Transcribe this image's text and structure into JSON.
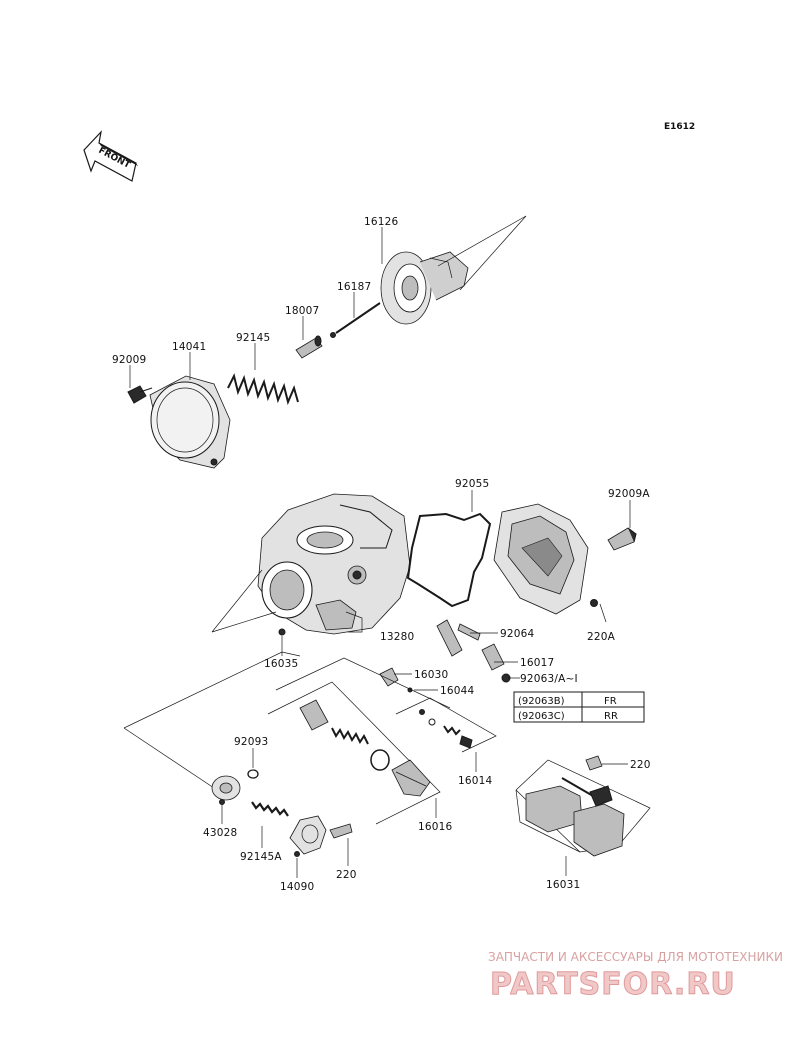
{
  "diagram_code": "E1612",
  "front_label": "FRONT",
  "parts": [
    {
      "id": "p16126",
      "label": "16126"
    },
    {
      "id": "p16187",
      "label": "16187"
    },
    {
      "id": "p18007",
      "label": "18007"
    },
    {
      "id": "p92145",
      "label": "92145"
    },
    {
      "id": "p14041",
      "label": "14041"
    },
    {
      "id": "p92009",
      "label": "92009"
    },
    {
      "id": "p92055",
      "label": "92055"
    },
    {
      "id": "p92009A",
      "label": "92009A"
    },
    {
      "id": "p92064",
      "label": "92064"
    },
    {
      "id": "p13280",
      "label": "13280"
    },
    {
      "id": "p220A",
      "label": "220A"
    },
    {
      "id": "p16017",
      "label": "16017"
    },
    {
      "id": "p92063",
      "label": "92063/A~I"
    },
    {
      "id": "p16035",
      "label": "16035"
    },
    {
      "id": "p16030",
      "label": "16030"
    },
    {
      "id": "p16044",
      "label": "16044"
    },
    {
      "id": "p92093",
      "label": "92093"
    },
    {
      "id": "p16014",
      "label": "16014"
    },
    {
      "id": "p220a",
      "label": "220"
    },
    {
      "id": "p43028",
      "label": "43028"
    },
    {
      "id": "p16016",
      "label": "16016"
    },
    {
      "id": "p92145A",
      "label": "92145A"
    },
    {
      "id": "p220b",
      "label": "220"
    },
    {
      "id": "p14090",
      "label": "14090"
    },
    {
      "id": "p16031",
      "label": "16031"
    }
  ],
  "legend_table": [
    {
      "code": "(92063B)",
      "position": "FR"
    },
    {
      "code": "(92063C)",
      "position": "RR"
    }
  ],
  "watermark": {
    "line1": "ЗАПЧАСТИ И АКСЕССУАРЫ ДЛЯ МОТОТЕХНИКИ",
    "line2": "PARTSFOR.RU"
  }
}
